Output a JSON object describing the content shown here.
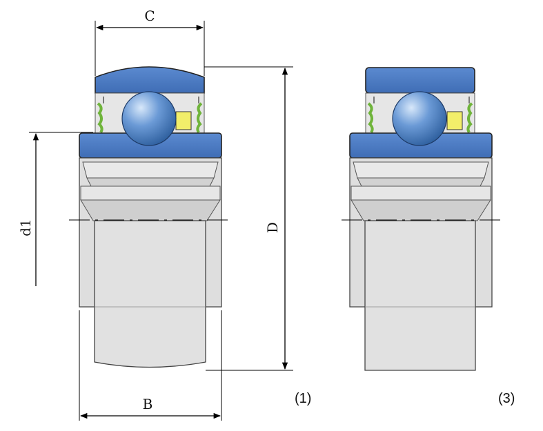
{
  "dimensions": {
    "C": "C",
    "B": "B",
    "D": "D",
    "d1": "d1"
  },
  "captions": {
    "left": "(1)",
    "right": "(3)"
  },
  "colors": {
    "housing": "#4f7ec5",
    "ball": "#5d8fcd",
    "inner_ring": "#dcdcdc",
    "seal": "#7ac142",
    "cage": "#f2f06a"
  }
}
